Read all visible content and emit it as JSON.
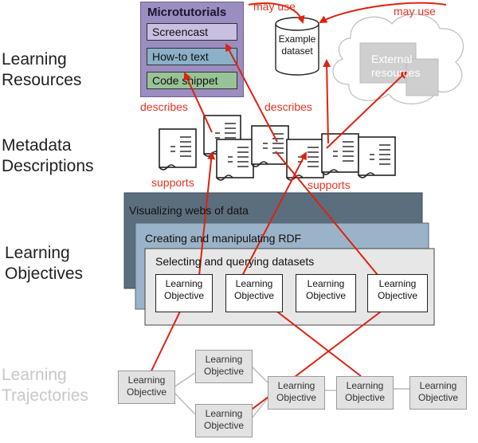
{
  "layers": {
    "resources": "Learning\nResources",
    "metadata": "Metadata\nDescriptions",
    "objectives": "Learning\nObjectives",
    "trajectories": "Learning\nTrajectories"
  },
  "microtutorials": {
    "title": "Microtutorials",
    "items": [
      "Screencast",
      "How-to text",
      "Code snippet"
    ]
  },
  "example_dataset": "Example\ndataset",
  "external_resources": "External\nresources",
  "relations": {
    "may_use_1": "may use",
    "may_use_2": "may use",
    "describes_1": "describes",
    "describes_2": "describes",
    "supports_1": "supports",
    "supports_2": "supports"
  },
  "objective_panels": [
    "Visualizing webs of data",
    "Creating and manipulating RDF",
    "Selecting and querying datasets"
  ],
  "learning_objective_label": "Learning\nObjective",
  "colors": {
    "arrow": "#dd2211",
    "micro_purple": "#9b8dbf",
    "screencast": "#c9bfe0",
    "howto": "#8bb0c8",
    "snippet": "#98c397",
    "panel_dark": "#5b6e7e",
    "panel_mid": "#9bb3c8",
    "panel_light": "#e7e7e7"
  }
}
